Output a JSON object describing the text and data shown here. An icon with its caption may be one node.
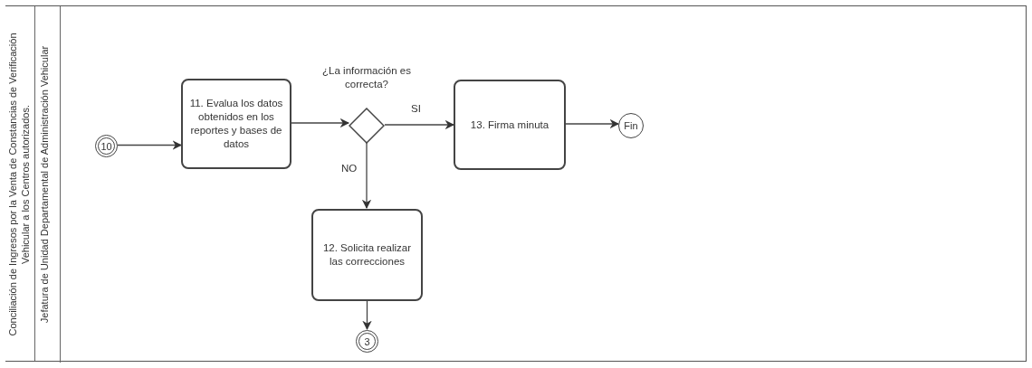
{
  "diagram": {
    "nodes": [
      {
        "text": [
          "Conciliación de Ingresos por la Venta de Constancias de Verificación Vehicular a los Centros autorizados."
        ]
      },
      {
        "text": [
          "Jefatura de Unidad Departamental de Administración Vehicular"
        ],
        "in": 0
      },
      {
        "text": [
          "10"
        ],
        "in": 1
      },
      {
        "text": [
          "11. Evalua los datos obtenidos en los reportes y bases de datos"
        ],
        "in": 1
      },
      {
        "text": [
          "¿La información es correcta?"
        ],
        "in": 1
      },
      {
        "text": [
          "13. Firma minuta"
        ],
        "in": 1
      },
      {
        "text": [
          "Fin"
        ],
        "in": 1
      },
      {
        "text": [
          "12. Solicita realizar las correcciones"
        ],
        "in": 1
      },
      {
        "text": [
          "3"
        ],
        "in": 1
      }
    ],
    "edges": [
      {
        "from": 2,
        "to": 3,
        "arrow": "to"
      },
      {
        "from": 3,
        "to": 4,
        "arrow": "to"
      },
      {
        "from": 4,
        "to": 5,
        "label": "SI",
        "arrow": "to"
      },
      {
        "from": 5,
        "to": 6,
        "arrow": "to"
      },
      {
        "from": 4,
        "to": 7,
        "label": "NO",
        "arrow": "to"
      },
      {
        "from": 7,
        "to": 8,
        "arrow": "to"
      }
    ]
  }
}
